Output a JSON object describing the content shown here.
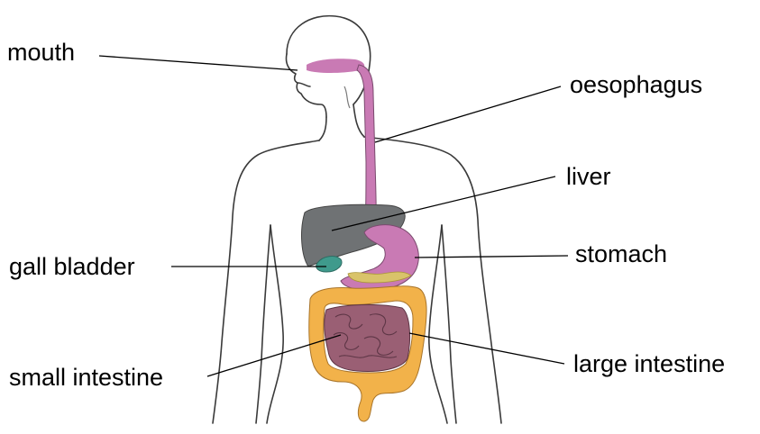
{
  "labels": {
    "mouth": "mouth",
    "oesophagus": "oesophagus",
    "liver": "liver",
    "gall_bladder": "gall bladder",
    "stomach": "stomach",
    "small_intestine": "small intestine",
    "large_intestine": "large intestine"
  },
  "colors": {
    "outline": "#3a3a3a",
    "oesophagus": "#c97ab4",
    "stomach": "#c97ab4",
    "liver": "#6f7274",
    "gall_bladder": "#3f9a8c",
    "small_intestine": "#9a5f74",
    "large_intestine": "#f2b24a",
    "leader": "#000000"
  }
}
